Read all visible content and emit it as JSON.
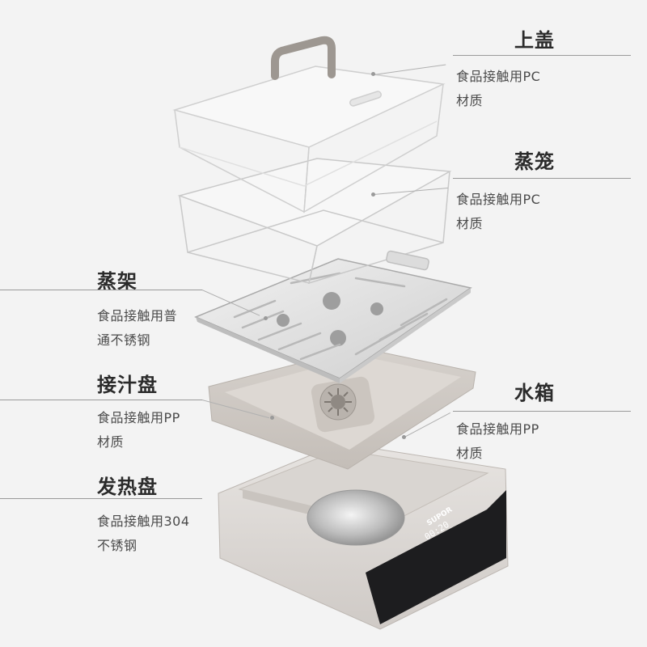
{
  "brand": "SUPOR",
  "display_time": "00:20",
  "parts": [
    {
      "title": "上盖",
      "desc_line1": "食品接触用PC",
      "desc_line2": "材质"
    },
    {
      "title": "蒸笼",
      "desc_line1": "食品接触用PC",
      "desc_line2": "材质"
    },
    {
      "title": "蒸架",
      "desc_line1": "食品接触用普",
      "desc_line2": "通不锈钢"
    },
    {
      "title": "接汁盘",
      "desc_line1": "食品接触用PP",
      "desc_line2": "材质"
    },
    {
      "title": "水箱",
      "desc_line1": "食品接触用PP",
      "desc_line2": "材质"
    },
    {
      "title": "发热盘",
      "desc_line1": "食品接触用304",
      "desc_line2": "不锈钢"
    }
  ]
}
